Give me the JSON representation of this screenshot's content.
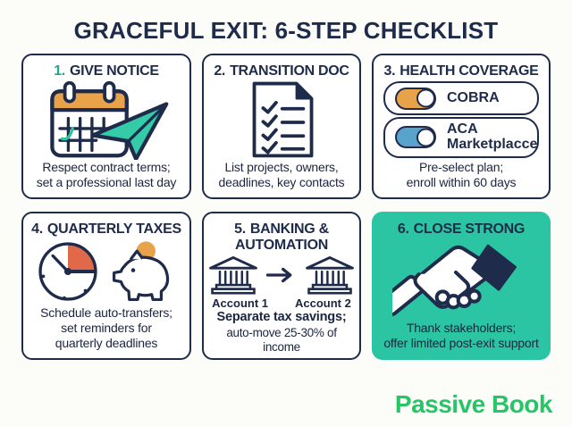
{
  "title": "GRACEFUL EXIT: 6-STEP CHECKLIST",
  "brand": "Passive Book",
  "colors": {
    "navy": "#1e2b4a",
    "teal": "#2cc5a3",
    "brand_green": "#27c468",
    "orange": "#e8a34a",
    "red_orange": "#e0694a",
    "blue": "#58a3cc",
    "background": "#fcfcf9"
  },
  "cards": {
    "give_notice": {
      "number": "1.",
      "title": "GIVE NOTICE",
      "icons": [
        "calendar-icon",
        "paper-plane-icon"
      ],
      "caption_lines": [
        "Respect contract terms;",
        "set a professional last day"
      ]
    },
    "transition_doc": {
      "number": "2.",
      "title": "TRANSITION DOC",
      "icons": [
        "checklist-document-icon"
      ],
      "caption_lines": [
        "List projects, owners,",
        "deadlines, key contacts"
      ]
    },
    "health_coverage": {
      "number": "3.",
      "title": "HEALTH COVERAGE",
      "toggles": [
        {
          "label_lines": [
            "COBRA"
          ],
          "state": "on",
          "color": "#e8a34a"
        },
        {
          "label_lines": [
            "ACA",
            "Marketplacce"
          ],
          "state": "on",
          "color": "#58a3cc"
        }
      ],
      "caption_lines": [
        "Pre-select plan;",
        "enroll within 60 days"
      ]
    },
    "quarterly_taxes": {
      "number": "4.",
      "title": "QUARTERLY TAXES",
      "icons": [
        "clock-icon",
        "piggy-bank-icon",
        "coin-icon"
      ],
      "caption_lines": [
        "Schedule auto-transfers;",
        "set reminders for",
        "quarterly deadlines"
      ]
    },
    "banking": {
      "number": "5.",
      "title_lines": [
        "BANKING &",
        "AUTOMATION"
      ],
      "icons": [
        "bank-icon",
        "arrow-right-icon",
        "bank-icon"
      ],
      "account_labels": [
        "Account 1",
        "Account 2"
      ],
      "caption_lines": [
        "Separate tax savings;",
        "auto-move 25-30% of income"
      ]
    },
    "close_strong": {
      "number": "6.",
      "title": "CLOSE STRONG",
      "icons": [
        "handshake-icon"
      ],
      "caption_lines": [
        "Thank stakeholders;",
        "offer limited post-exit support"
      ]
    }
  }
}
